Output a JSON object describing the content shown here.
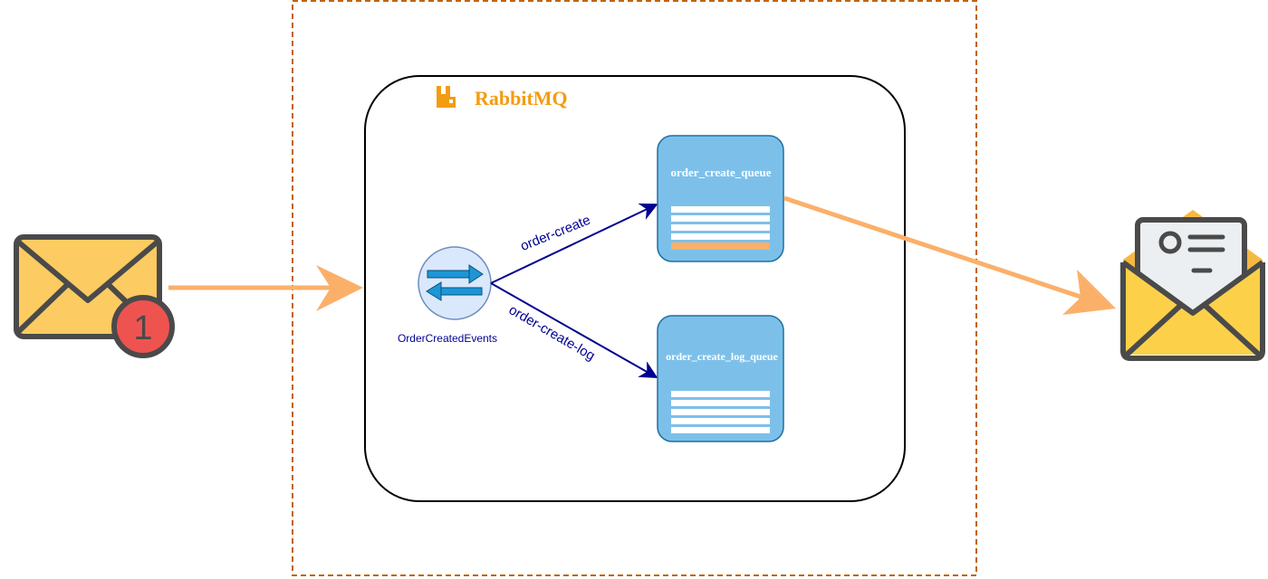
{
  "diagram": {
    "broker": {
      "name": "RabbitMQ",
      "logo_icon": "rabbitmq-logo-icon"
    },
    "exchange": {
      "name": "OrderCreatedEvents",
      "icon": "exchange-arrows-icon"
    },
    "bindings": [
      {
        "routing_key": "order-create"
      },
      {
        "routing_key": "order-create-log"
      }
    ],
    "queues": [
      {
        "name": "order_create_queue"
      },
      {
        "name": "order_create_log_queue"
      }
    ],
    "producer": {
      "icon": "mail-notification-icon",
      "badge_count": "1"
    },
    "consumer": {
      "icon": "open-envelope-icon"
    },
    "colors": {
      "orange_accent": "#F39C12",
      "arrow_orange": "#FBB06A",
      "queue_fill": "#7CC0EA",
      "queue_stroke": "#1E6FA0",
      "binding_arrow": "#000090",
      "dashed_border": "#C0640A",
      "badge_red": "#EF5350"
    }
  }
}
